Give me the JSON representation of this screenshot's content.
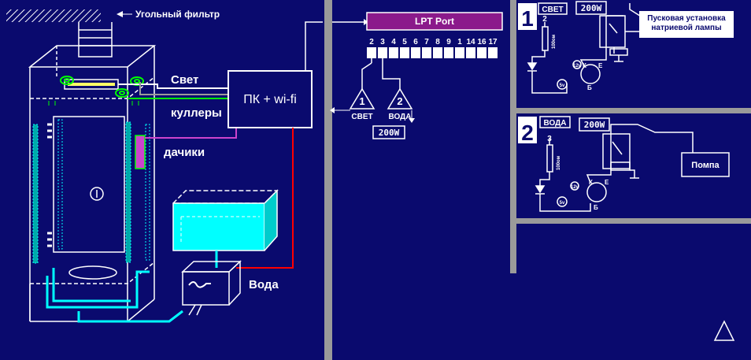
{
  "colors": {
    "background": "#0a0a6e",
    "line": "#ffffff",
    "cyan": "#00ffff",
    "green": "#00ff00",
    "violet": "#cc44cc",
    "red": "#ff0000",
    "lpt_header": "#8b1a8b",
    "separator": "#9a9a9a"
  },
  "left": {
    "filter_label": "Угольный фильтр",
    "light_label": "Свет",
    "coolers_label": "куллеры",
    "sensors_label": "дачики",
    "pc_label": "ПК + wi-fi",
    "water_label": "Вода"
  },
  "lpt": {
    "title": "LPT Port",
    "pins": [
      "2",
      "3",
      "4",
      "5",
      "6",
      "7",
      "8",
      "9",
      "1",
      "14",
      "16",
      "17"
    ],
    "channel1_number": "1",
    "channel1_label": "СВЕТ",
    "channel2_number": "2",
    "channel2_label": "ВОДА",
    "relay_rating": "200W"
  },
  "circuit1": {
    "number": "1",
    "title": "СВЕТ",
    "rating": "200W",
    "pin": "2",
    "resistor": "100ом",
    "transistor_k": "К",
    "transistor_e": "Е",
    "transistor_b": "Б",
    "v12": "12v",
    "v5": "5v",
    "device": "Пусковая установка натриевой лампы"
  },
  "circuit2": {
    "number": "2",
    "title": "ВОДА",
    "rating": "200W",
    "pin": "3",
    "resistor": "100ом",
    "transistor_k": "К",
    "transistor_e": "Е",
    "transistor_b": "Б",
    "v12": "12v",
    "v5": "5v",
    "device": "Помпа"
  }
}
